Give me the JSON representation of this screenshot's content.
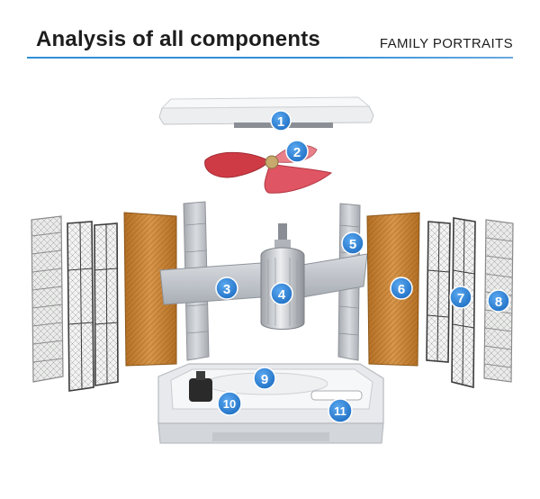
{
  "header": {
    "title": "Analysis of all components",
    "subtitle": "FAMILY PORTRAITS"
  },
  "colors": {
    "accent": "#2f8fd8",
    "badge_fill": "#2b7fd6",
    "badge_stroke": "#ffffff",
    "cooling_pad": "#c9832f",
    "fan_blade": "#d64a4f",
    "frame_grey": "#b9bcc1",
    "base_white": "#e9eaec"
  },
  "badges": [
    "1",
    "2",
    "3",
    "4",
    "5",
    "6",
    "7",
    "8",
    "9",
    "10",
    "11"
  ]
}
